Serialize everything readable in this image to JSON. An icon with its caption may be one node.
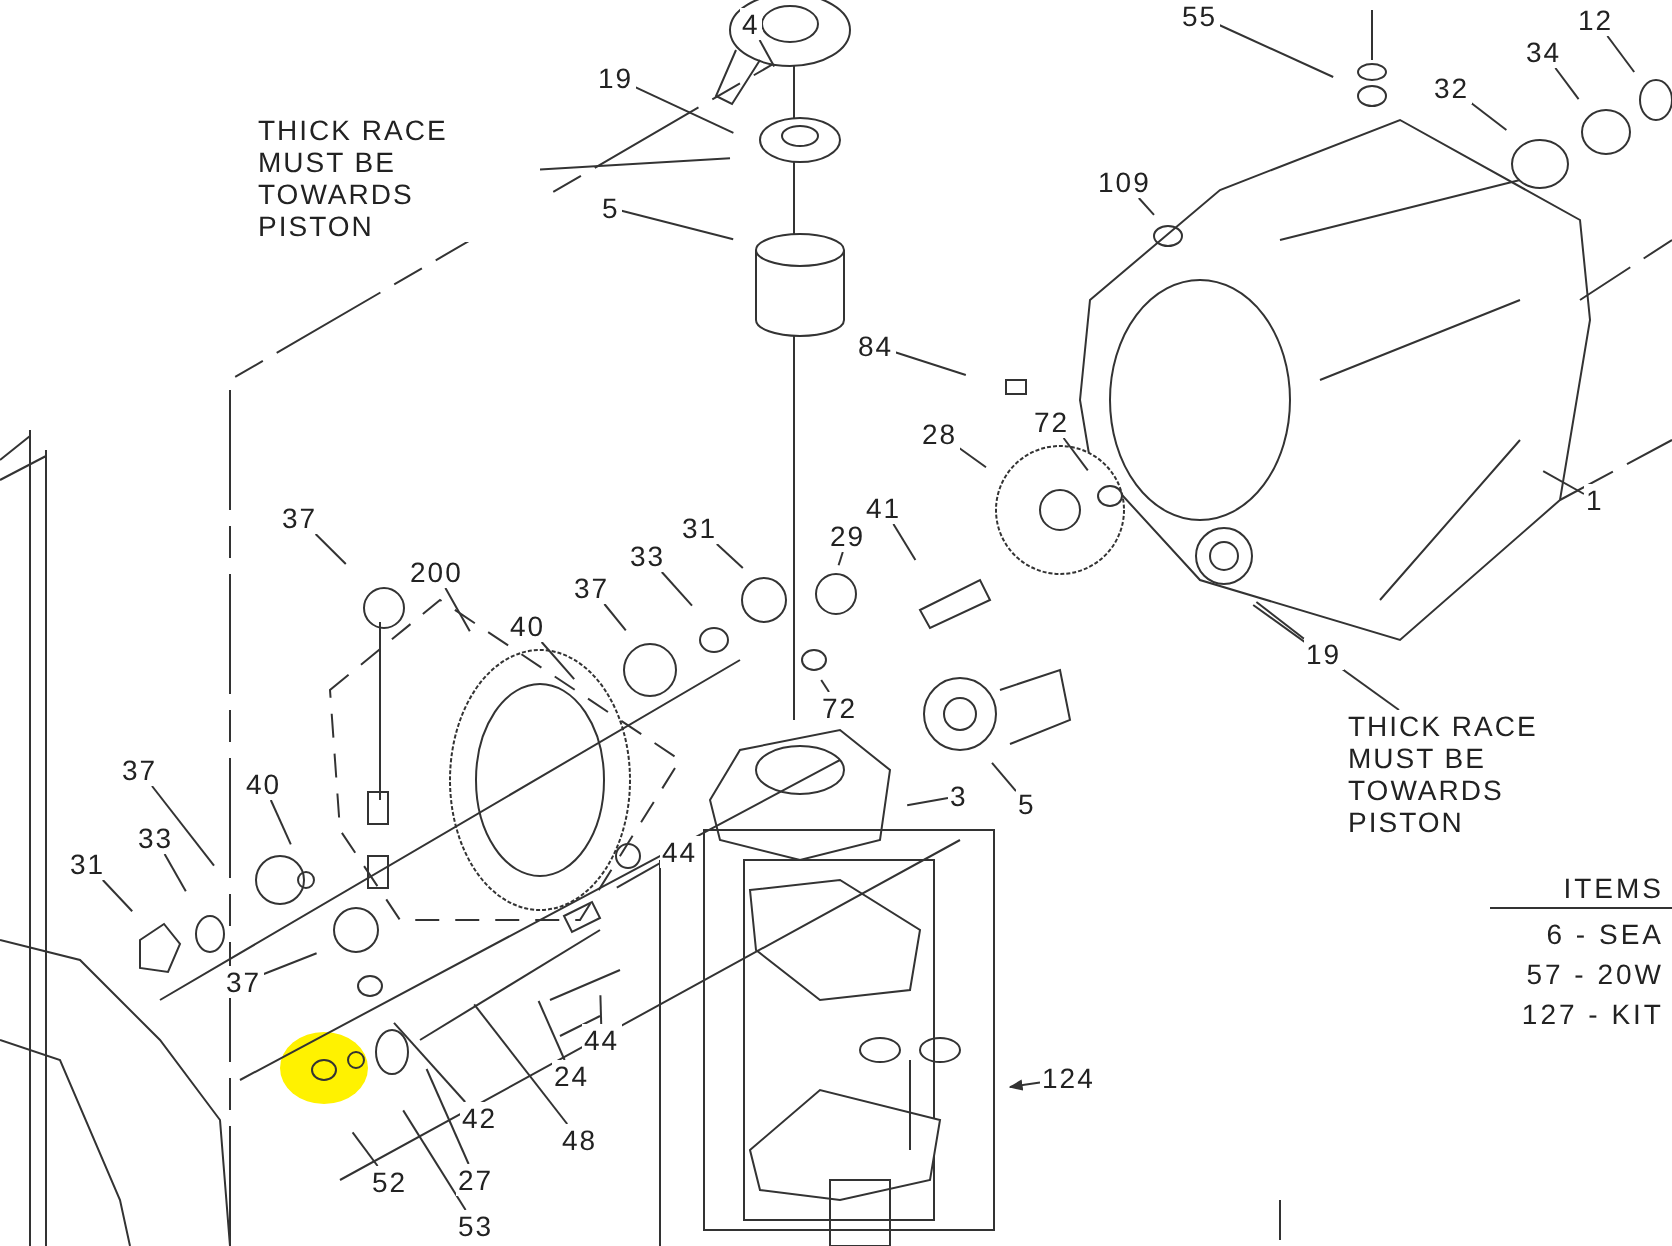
{
  "diagram": {
    "nodes": [
      {
        "text": [
          "4"
        ]
      },
      {
        "text": [
          "19"
        ]
      },
      {
        "text": [
          "THICK RACE MUST BE TOWARDS PISTON"
        ]
      },
      {
        "text": [
          "5"
        ]
      },
      {
        "text": [
          "55"
        ]
      },
      {
        "text": [
          "12"
        ]
      },
      {
        "text": [
          "34"
        ]
      },
      {
        "text": [
          "32"
        ]
      },
      {
        "text": [
          "109"
        ]
      },
      {
        "text": [
          "84"
        ]
      },
      {
        "text": [
          "72"
        ]
      },
      {
        "text": [
          "28"
        ]
      },
      {
        "text": [
          "1"
        ]
      },
      {
        "text": [
          "37"
        ]
      },
      {
        "text": [
          "200"
        ]
      },
      {
        "text": [
          "41"
        ]
      },
      {
        "text": [
          "31"
        ]
      },
      {
        "text": [
          "29"
        ]
      },
      {
        "text": [
          "33"
        ]
      },
      {
        "text": [
          "37"
        ]
      },
      {
        "text": [
          "40"
        ]
      },
      {
        "text": [
          "19"
        ]
      },
      {
        "text": [
          "THICK RACE MUST BE TOWARDS PISTON"
        ]
      },
      {
        "text": [
          "72"
        ]
      },
      {
        "text": [
          "5"
        ]
      },
      {
        "text": [
          "3"
        ]
      },
      {
        "text": [
          "37"
        ]
      },
      {
        "text": [
          "40"
        ]
      },
      {
        "text": [
          "33"
        ]
      },
      {
        "text": [
          "31"
        ]
      },
      {
        "text": [
          "44"
        ]
      },
      {
        "text": [
          "37"
        ]
      },
      {
        "text": [
          "44"
        ]
      },
      {
        "text": [
          "24"
        ]
      },
      {
        "text": [
          "42"
        ]
      },
      {
        "text": [
          "48"
        ]
      },
      {
        "text": [
          "52"
        ]
      },
      {
        "text": [
          "27"
        ]
      },
      {
        "text": [
          "53"
        ]
      },
      {
        "text": [
          "124"
        ]
      }
    ],
    "edges": [
      {
        "from": 0,
        "to": null,
        "arrow": "none"
      },
      {
        "from": 1,
        "to": null,
        "arrow": "none"
      },
      {
        "from": 2,
        "to": null,
        "arrow": "none"
      },
      {
        "from": 3,
        "to": null,
        "arrow": "none"
      },
      {
        "from": 4,
        "to": null,
        "arrow": "none"
      },
      {
        "from": 5,
        "to": null,
        "arrow": "none"
      },
      {
        "from": 6,
        "to": null,
        "arrow": "none"
      },
      {
        "from": 7,
        "to": null,
        "arrow": "none"
      },
      {
        "from": 8,
        "to": null,
        "arrow": "none"
      },
      {
        "from": 9,
        "to": null,
        "arrow": "none"
      },
      {
        "from": 10,
        "to": null,
        "arrow": "none"
      },
      {
        "from": 11,
        "to": null,
        "arrow": "none"
      },
      {
        "from": 12,
        "to": null,
        "arrow": "none"
      },
      {
        "from": 13,
        "to": null,
        "arrow": "none"
      },
      {
        "from": 14,
        "to": null,
        "arrow": "none"
      },
      {
        "from": 15,
        "to": null,
        "arrow": "none"
      },
      {
        "from": 16,
        "to": null,
        "arrow": "none"
      },
      {
        "from": 17,
        "to": null,
        "arrow": "none"
      },
      {
        "from": 18,
        "to": null,
        "arrow": "none"
      },
      {
        "from": 19,
        "to": null,
        "arrow": "none"
      },
      {
        "from": 20,
        "to": null,
        "arrow": "none"
      },
      {
        "from": 21,
        "to": null,
        "arrow": "none"
      },
      {
        "from": 22,
        "to": null,
        "arrow": "none"
      },
      {
        "from": 23,
        "to": null,
        "arrow": "none"
      },
      {
        "from": 24,
        "to": null,
        "arrow": "none"
      },
      {
        "from": 25,
        "to": null,
        "arrow": "none"
      },
      {
        "from": 26,
        "to": null,
        "arrow": "none"
      },
      {
        "from": 27,
        "to": null,
        "arrow": "none"
      },
      {
        "from": 28,
        "to": null,
        "arrow": "none"
      },
      {
        "from": 29,
        "to": null,
        "arrow": "none"
      },
      {
        "from": 30,
        "to": null,
        "arrow": "none"
      },
      {
        "from": 31,
        "to": null,
        "arrow": "none"
      },
      {
        "from": 32,
        "to": null,
        "arrow": "none"
      },
      {
        "from": 33,
        "to": null,
        "arrow": "none"
      },
      {
        "from": 34,
        "to": null,
        "arrow": "none"
      },
      {
        "from": 35,
        "to": null,
        "arrow": "none"
      },
      {
        "from": 36,
        "to": null,
        "arrow": "none"
      },
      {
        "from": 37,
        "to": null,
        "arrow": "none"
      },
      {
        "from": 38,
        "to": null,
        "arrow": "none"
      },
      {
        "from": 39,
        "to": null,
        "arrow": "to"
      }
    ],
    "labels": [
      "ITEMS",
      "6 - SEA",
      "57 - 20W",
      "127 - KIT"
    ]
  }
}
